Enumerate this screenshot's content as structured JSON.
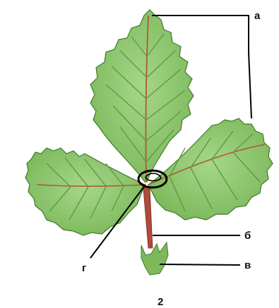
{
  "figure": {
    "number": "2",
    "labels": {
      "a": "а",
      "b": "б",
      "v": "в",
      "g": "г"
    }
  },
  "colors": {
    "leaf_fill": "#8cc46a",
    "leaf_dark": "#5f9a3e",
    "leaf_edge": "#3f7a2a",
    "midrib": "#b0573a",
    "petiole": "#b04a3a",
    "stipule": "#7fb85a",
    "pointer": "#000000"
  }
}
